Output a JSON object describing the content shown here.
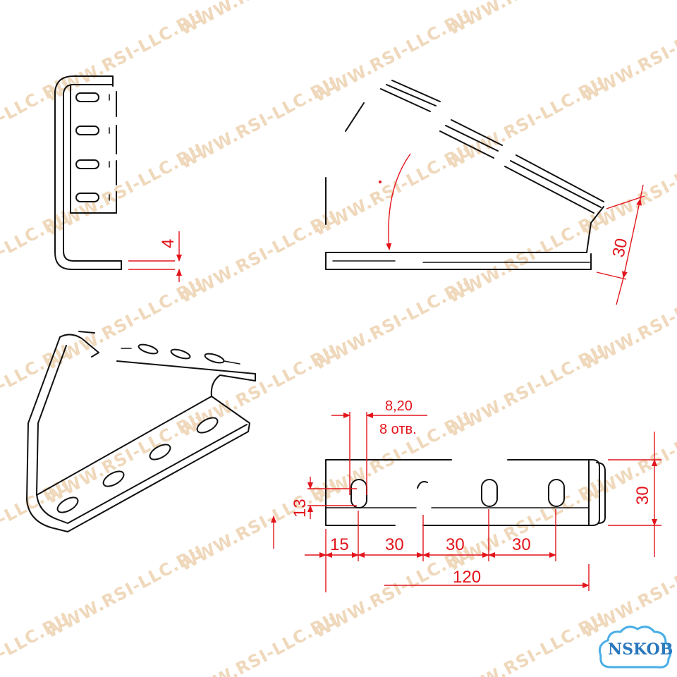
{
  "watermark": "WWW.RSI-LLC.RU",
  "logo": {
    "text": "NSKOB"
  },
  "colors": {
    "line": "#111111",
    "dimension": "#e3141c",
    "watermark": "#efd8bb",
    "logo": "#4aaee6"
  },
  "side_view": {
    "thickness_label": "4"
  },
  "angled_view": {
    "width_label": "30"
  },
  "front_view": {
    "slot_size_label": "8,20",
    "hole_count_label": "8 отв.",
    "slot_offset_label": "13",
    "height_label": "30",
    "chain_dims": [
      "15",
      "30",
      "30",
      "30"
    ],
    "length_label": "120"
  }
}
